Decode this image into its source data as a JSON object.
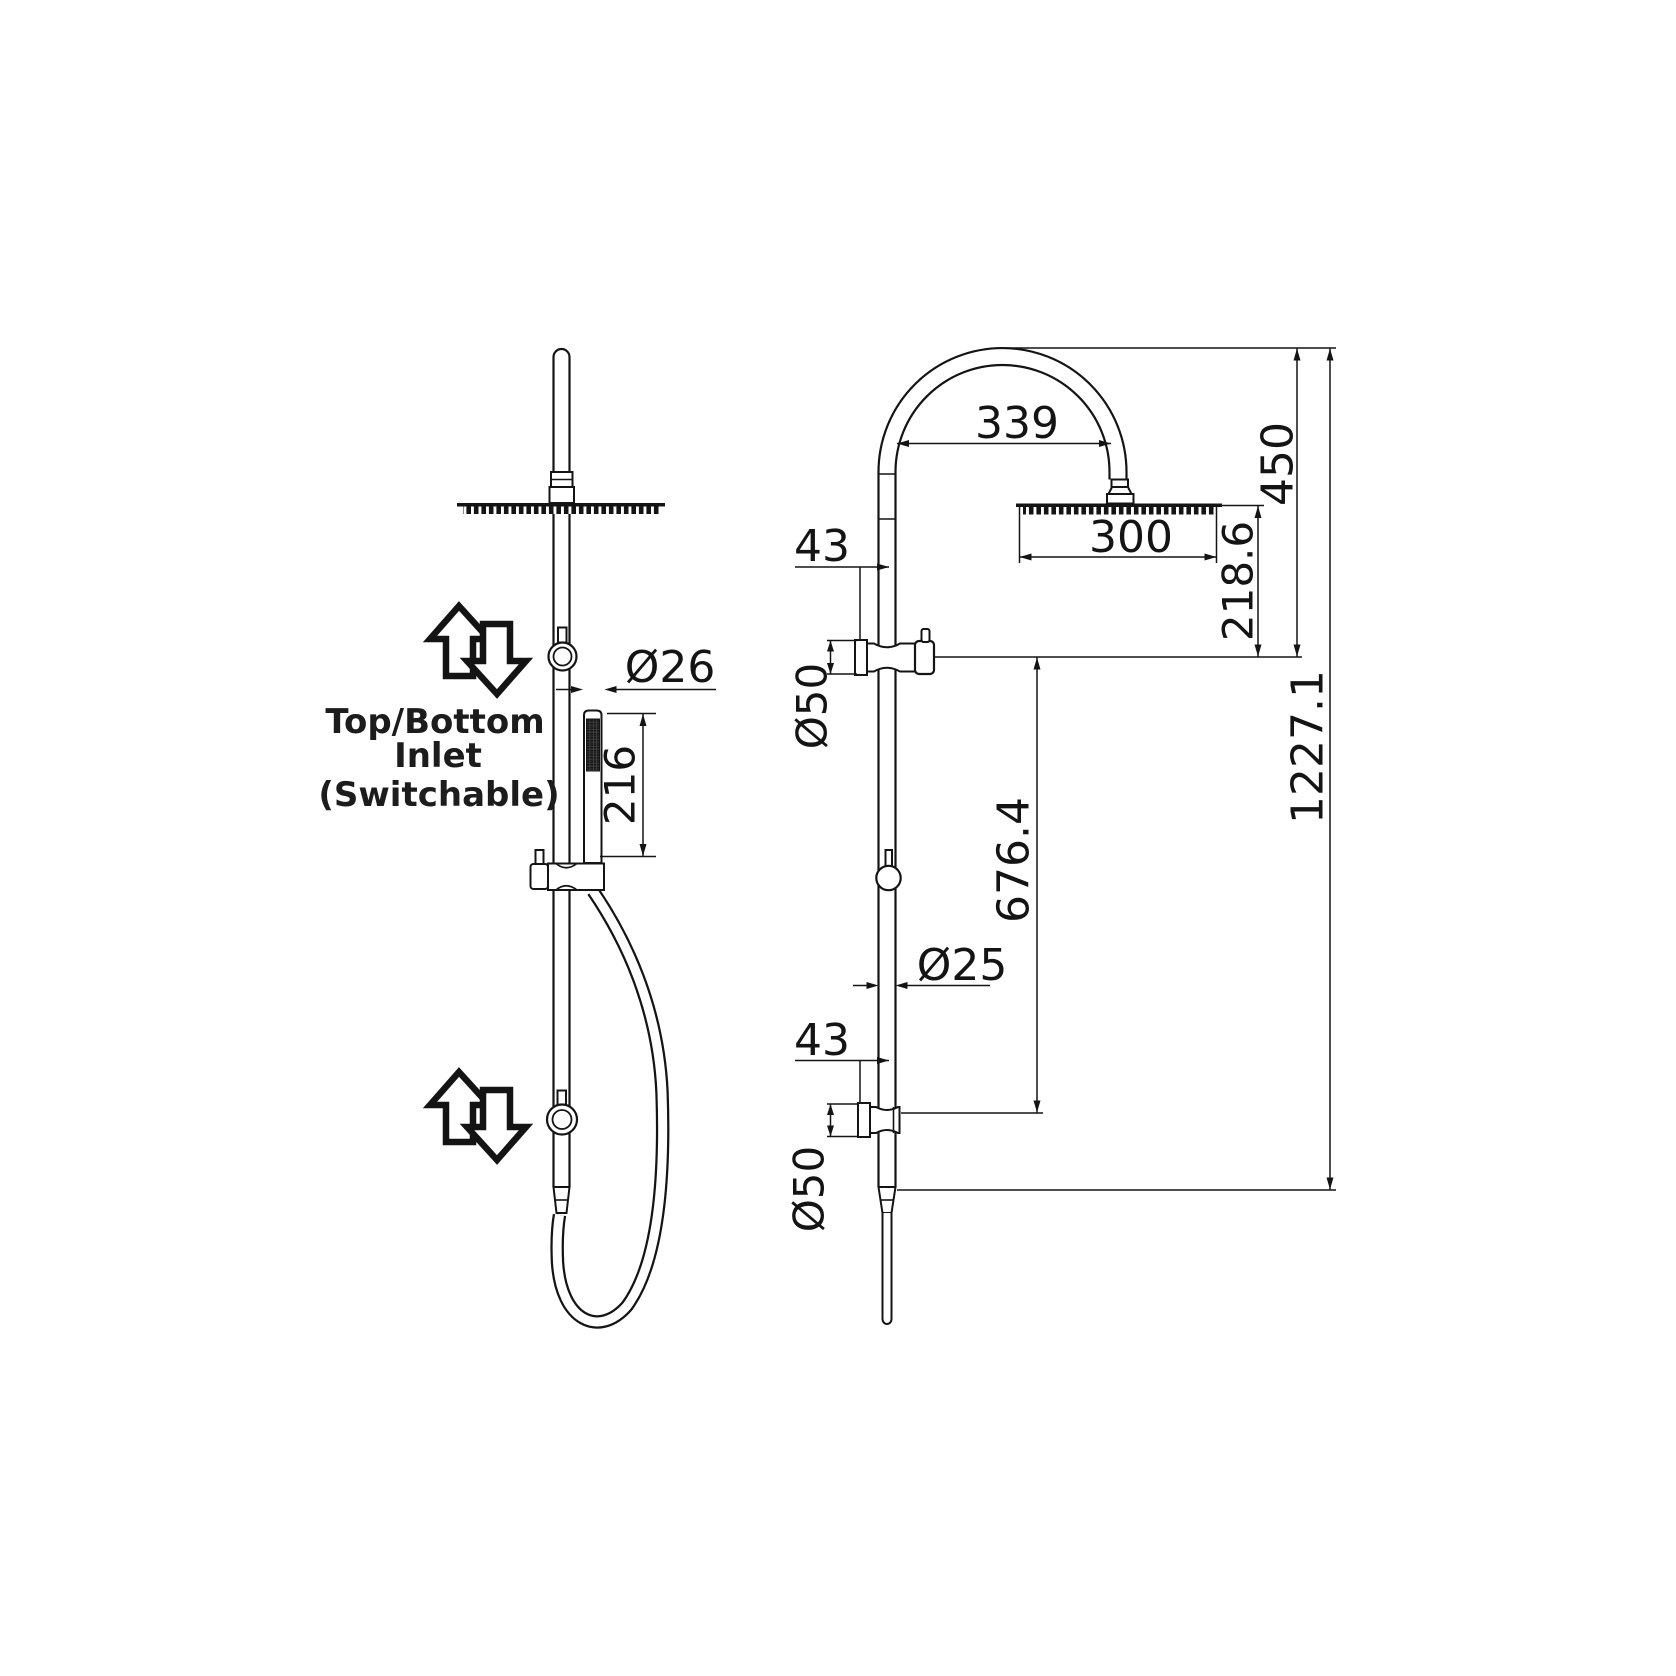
{
  "title": "Shower column technical drawing - Top/Bottom switchable inlet",
  "colors": {
    "line": "#141414",
    "background": "#ffffff"
  },
  "annotation": {
    "line1": "Top/Bottom",
    "line2": "Inlet",
    "line3": "(Switchable)"
  },
  "dimensions": {
    "side_view": {
      "handshower_diameter": "Ø26",
      "handshower_length": "216"
    },
    "front_view": {
      "arch_width": "339",
      "shower_head_width": "300",
      "head_to_top_bracket": "218.6",
      "top_to_top_bracket": "450",
      "overall_height": "1227.1",
      "bracket_spacing": "676.4",
      "rail_diameter": "Ø25",
      "top_bracket_offset": "43",
      "bottom_bracket_offset": "43",
      "top_bracket_flange": "Ø50",
      "bottom_bracket_flange": "Ø50"
    }
  }
}
